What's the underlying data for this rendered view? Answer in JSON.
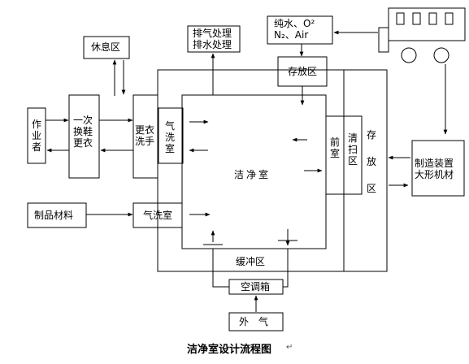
{
  "labels": {
    "rest_area": "休息区",
    "exhaust_drain": "排气处理\n排水处理",
    "pure_water": "纯水、O²\nN₂、Air",
    "worker": "作业者",
    "change_shoes": "一次\n换鞋\n更衣",
    "change_wash": "更衣\n洗手",
    "air_wash_1": "气\n洗\n室",
    "storage_top": "存放区",
    "front_room": "前\n室",
    "cleaning_area": "清\n扫\n区",
    "storage_right": "存\n放\n区",
    "clean_room": "洁净室",
    "equipment": "制造装置\n大形机材",
    "product_material": "制品材料",
    "air_wash_2": "气洗室",
    "buffer": "缓冲区",
    "ac_box": "空调箱",
    "outside_air": "外　气"
  },
  "caption": "洁净室设计流程图",
  "caption_mark": "↵"
}
